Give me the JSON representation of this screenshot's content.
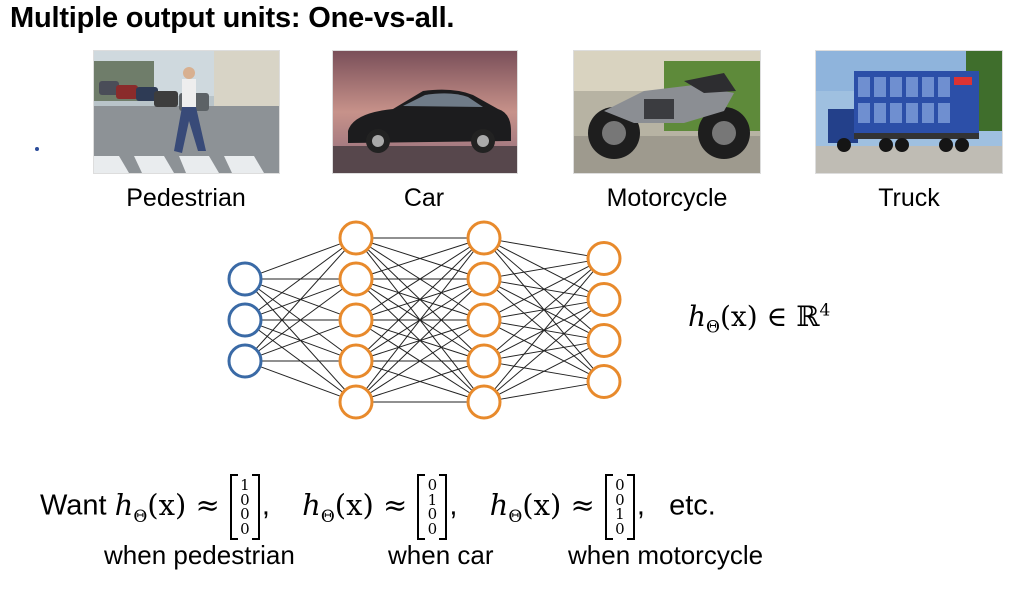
{
  "title": "Multiple output units: One-vs-all.",
  "images": [
    {
      "caption": "Pedestrian",
      "icon": "pedestrian-photo"
    },
    {
      "caption": "Car",
      "icon": "car-photo"
    },
    {
      "caption": "Motorcycle",
      "icon": "motorcycle-photo"
    },
    {
      "caption": "Truck",
      "icon": "truck-photo"
    }
  ],
  "network": {
    "layers": [
      3,
      5,
      5,
      4
    ],
    "input_color": "#3a6aa6",
    "hidden_color": "#e88a2c",
    "output_color": "#e88a2c"
  },
  "hypothesis": {
    "lhs": "h",
    "sub": "Θ",
    "arg": "(x)",
    "rel": "∈",
    "set": "ℝ",
    "exp": "4"
  },
  "want": {
    "word": "Want",
    "vectors": [
      {
        "values": [
          "1",
          "0",
          "0",
          "0"
        ],
        "when": "when pedestrian"
      },
      {
        "values": [
          "0",
          "1",
          "0",
          "0"
        ],
        "when": "when car"
      },
      {
        "values": [
          "0",
          "0",
          "1",
          "0"
        ],
        "when": "when motorcycle"
      }
    ],
    "approx": "≈",
    "etc": "etc."
  }
}
